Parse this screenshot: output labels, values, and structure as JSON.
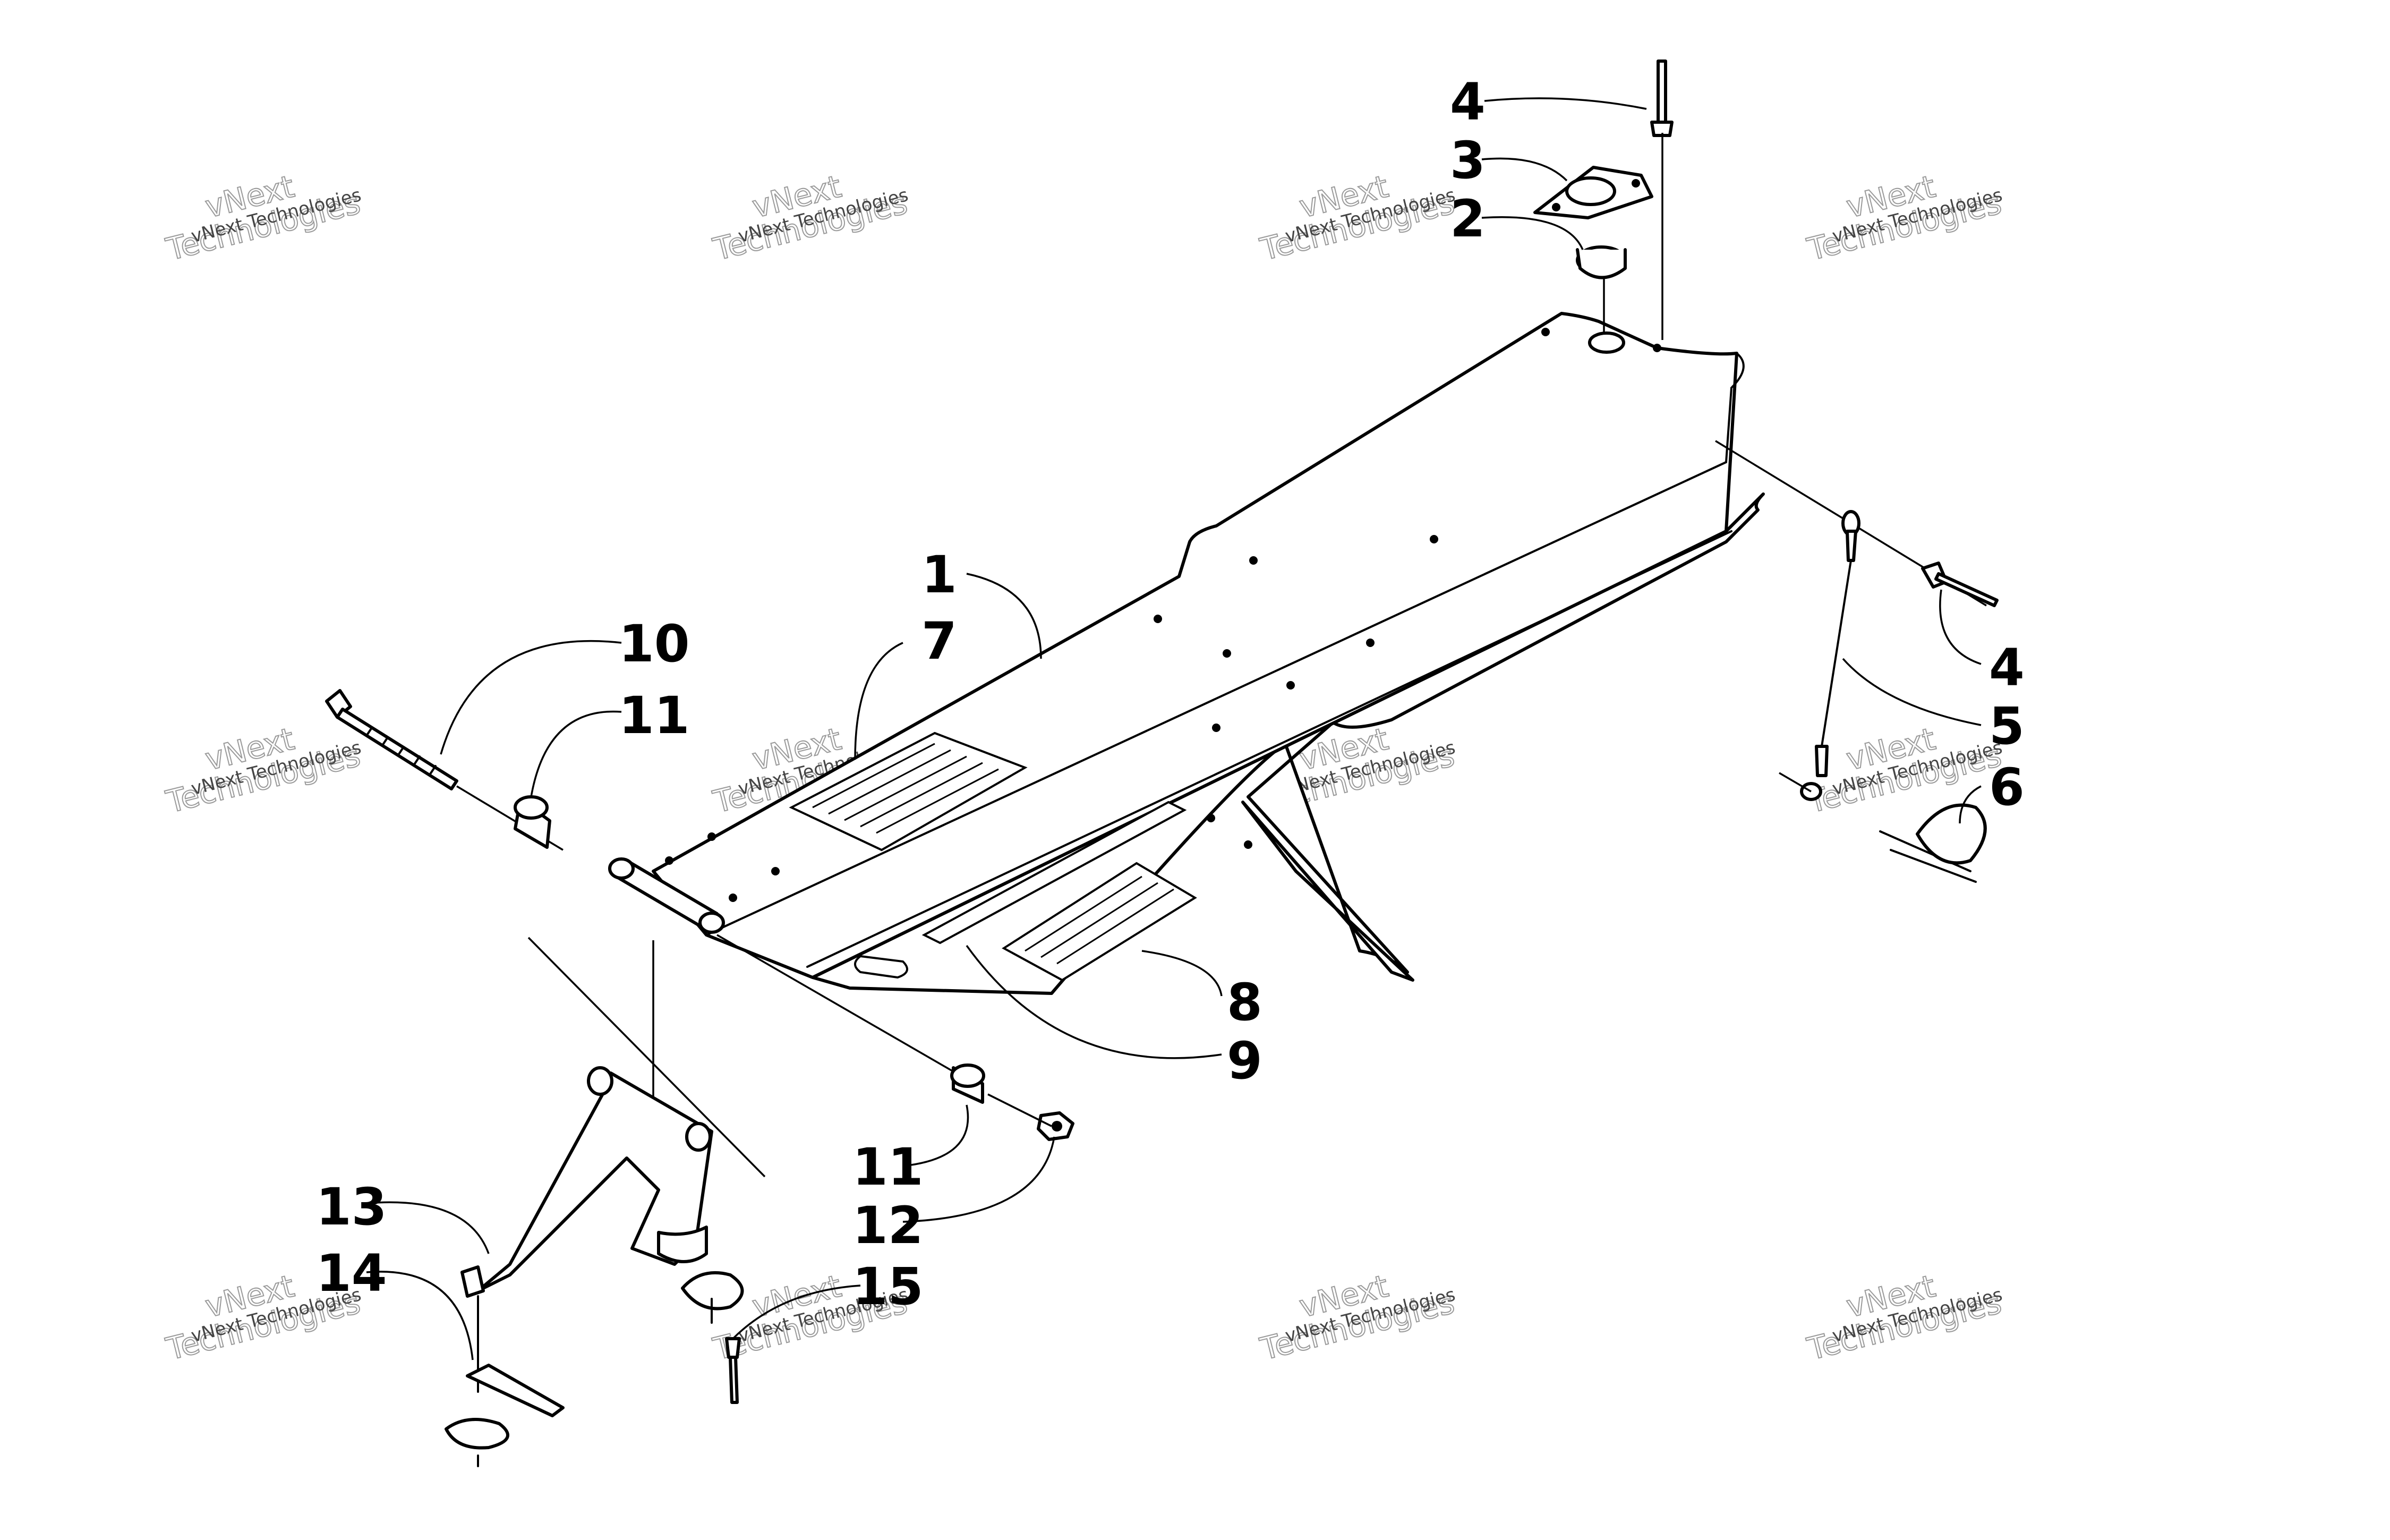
{
  "diagram": {
    "callouts": [
      "1",
      "2",
      "3",
      "4",
      "4",
      "5",
      "6",
      "7",
      "8",
      "9",
      "10",
      "11",
      "11",
      "12",
      "13",
      "14",
      "15"
    ],
    "watermark": {
      "line1": "vNext Technologies",
      "line2": "vNext",
      "line3": "Technologies"
    }
  }
}
